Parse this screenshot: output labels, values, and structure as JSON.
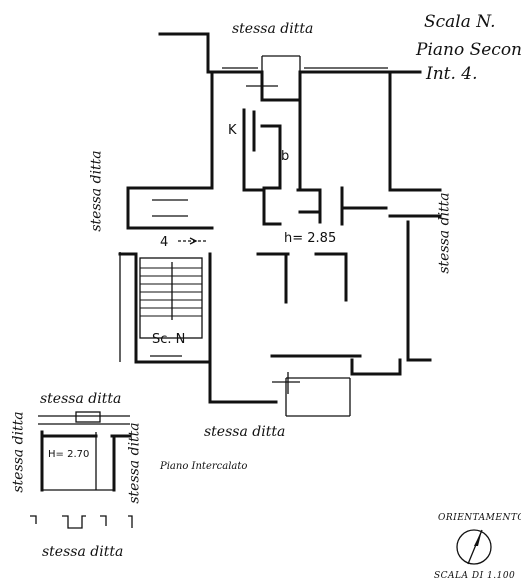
{
  "title_block": {
    "line1": "Scala N.",
    "line2": "Piano Secondo",
    "line3": "Int. 4."
  },
  "labels": {
    "neighbor_top": "stessa ditta",
    "neighbor_left": "stessa ditta",
    "neighbor_right": "stessa ditta",
    "neighbor_bottom": "stessa ditta",
    "kitchen": "K",
    "bath": "b",
    "height": "h= 2.85",
    "unit_number": "4",
    "stair": "Sc. N"
  },
  "intermediate_floor": {
    "neighbor_top": "stessa ditta",
    "neighbor_left": "stessa ditta",
    "neighbor_right": "stessa ditta",
    "neighbor_bottom": "stessa ditta",
    "height": "H= 2.70",
    "caption": "Piano Intercalato"
  },
  "orientation": {
    "label": "ORIENTAMENTO",
    "scale": "SCALA DI 1.100"
  }
}
